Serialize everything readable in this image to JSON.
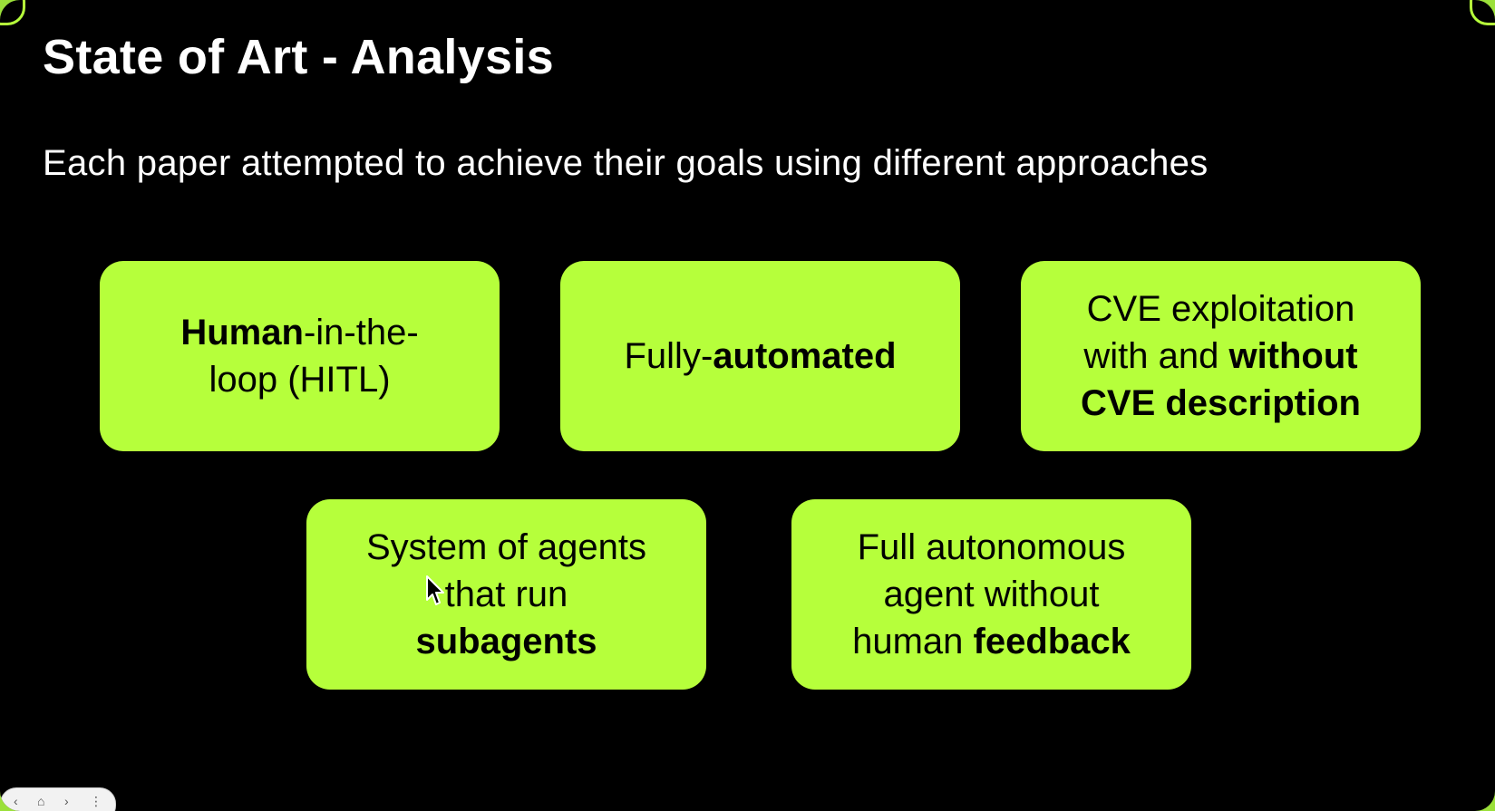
{
  "slide": {
    "title": "State of Art - Analysis",
    "subtitle": "Each paper attempted to achieve their goals using different approaches"
  },
  "cards": [
    {
      "lines": [
        [
          {
            "text": "Human",
            "bold": true
          },
          {
            "text": "-in-the-",
            "bold": false
          }
        ],
        [
          {
            "text": "loop (HITL)",
            "bold": false
          }
        ]
      ]
    },
    {
      "lines": [
        [
          {
            "text": "Fully-",
            "bold": false
          },
          {
            "text": "automated",
            "bold": true
          }
        ]
      ]
    },
    {
      "lines": [
        [
          {
            "text": "CVE exploitation",
            "bold": false
          }
        ],
        [
          {
            "text": "with and ",
            "bold": false
          },
          {
            "text": "without",
            "bold": true
          }
        ],
        [
          {
            "text": "CVE description",
            "bold": true
          }
        ]
      ]
    },
    {
      "lines": [
        [
          {
            "text": "System of agents",
            "bold": false
          }
        ],
        [
          {
            "text": "that run",
            "bold": false
          }
        ],
        [
          {
            "text": "subagents",
            "bold": true
          }
        ]
      ]
    },
    {
      "lines": [
        [
          {
            "text": "Full autonomous",
            "bold": false
          }
        ],
        [
          {
            "text": "agent without",
            "bold": false
          }
        ],
        [
          {
            "text": "human ",
            "bold": false
          },
          {
            "text": "feedback",
            "bold": true
          }
        ]
      ]
    }
  ],
  "icons": {
    "cursor": "mouse-pointer-icon"
  },
  "colors": {
    "background": "#000000",
    "card": "#b6ff3b",
    "title_text": "#ffffff",
    "card_text": "#000000"
  }
}
